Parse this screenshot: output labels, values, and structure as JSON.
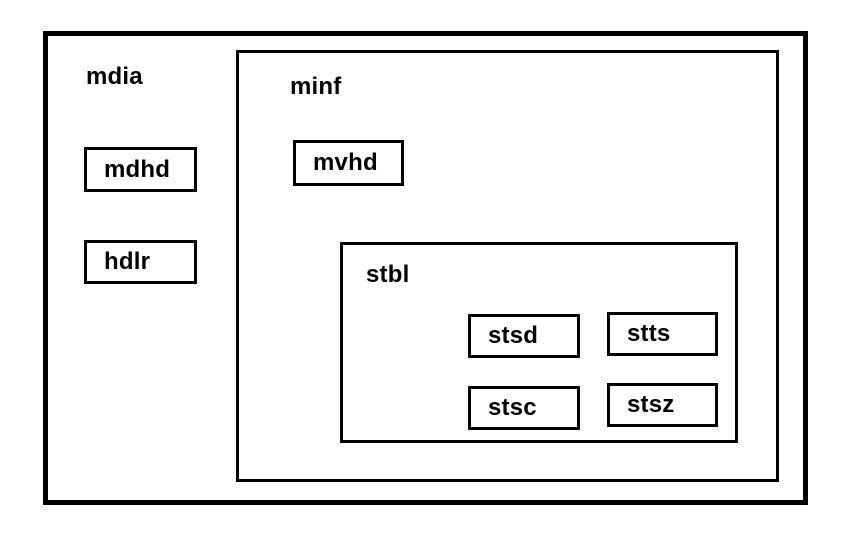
{
  "diagram": {
    "colors": {
      "background": "#ffffff",
      "line": "#000000",
      "text": "#000000"
    },
    "boxes": {
      "mdia": {
        "label": "mdia"
      },
      "mdhd": {
        "label": "mdhd"
      },
      "hdlr": {
        "label": "hdlr"
      },
      "minf": {
        "label": "minf"
      },
      "mvhd": {
        "label": "mvhd"
      },
      "stbl": {
        "label": "stbl"
      },
      "stsd": {
        "label": "stsd"
      },
      "stts": {
        "label": "stts"
      },
      "stsc": {
        "label": "stsc"
      },
      "stsz": {
        "label": "stsz"
      }
    },
    "hierarchy": {
      "mdia": {
        "children": [
          "mdhd",
          "hdlr",
          "minf"
        ]
      },
      "minf": {
        "children": [
          "mvhd",
          "stbl"
        ]
      },
      "stbl": {
        "children": [
          "stsd",
          "stts",
          "stsc",
          "stsz"
        ]
      }
    }
  }
}
